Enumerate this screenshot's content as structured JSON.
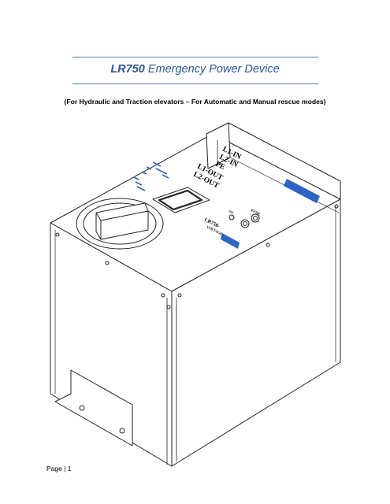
{
  "header": {
    "title_model": "LR750",
    "title_rest": " Emergency Power Device",
    "subtitle": "(For Hydraulic and Traction elevators – For Automatic and Manual rescue modes)"
  },
  "device": {
    "terminal_labels": [
      "L1-IN",
      "L2-IN",
      "PE",
      "L1-OUT",
      "L2-OUT"
    ],
    "model_label": "LR750-",
    "voltage_label": "VOLTAGE:",
    "switch_label": "ON",
    "fuse_label": "FUSE"
  },
  "footer": {
    "page_label": "Page | 1"
  },
  "colors": {
    "rule": "#4f81bd",
    "title": "#2e5597",
    "label_blue": "#2b63c7"
  }
}
